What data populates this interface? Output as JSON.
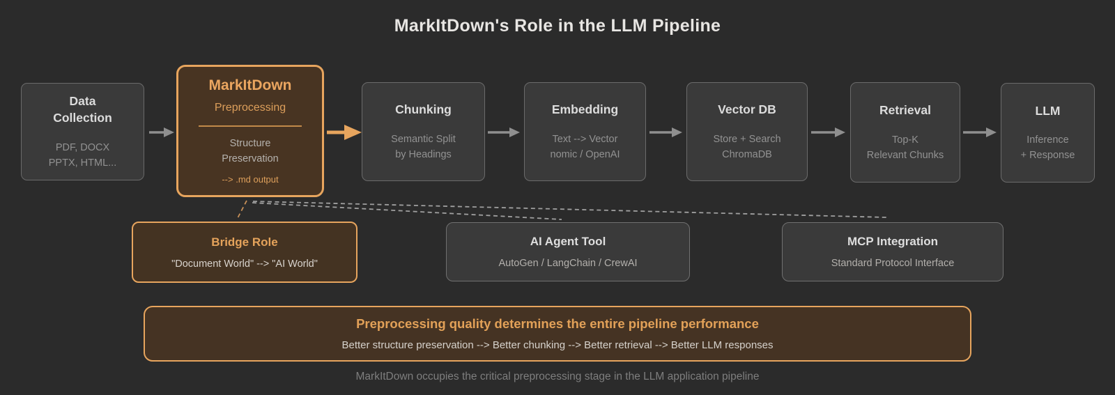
{
  "page": {
    "title": "MarkItDown's Role in the LLM Pipeline",
    "footer": "MarkItDown occupies the critical preprocessing stage in the LLM application pipeline"
  },
  "colors": {
    "background": "#2b2b2b",
    "box_fill": "#3a3a3a",
    "box_border": "#6b6b6b",
    "accent_orange": "#e7a55e",
    "highlight_fill": "#483422",
    "title_text": "#dcdcdc",
    "subtitle_text": "#929292",
    "flow_arrow": "#8f8f8f",
    "highlight_arrow": "#e7a55e",
    "dashed_connector": "#a0a0a0",
    "dashed_connector_orange": "#c89058"
  },
  "pipeline": {
    "stages": [
      {
        "title": "Data Collection",
        "lines": [
          "PDF, DOCX",
          "PPTX, HTML..."
        ]
      },
      {
        "title": "MarkItDown",
        "subtitle": "Preprocessing",
        "lines": [
          "Structure",
          "Preservation"
        ],
        "note": "--> .md output",
        "highlighted": true
      },
      {
        "title": "Chunking",
        "lines": [
          "Semantic Split",
          "by Headings"
        ]
      },
      {
        "title": "Embedding",
        "lines": [
          "Text --> Vector",
          "nomic / OpenAI"
        ]
      },
      {
        "title": "Vector DB",
        "lines": [
          "Store + Search",
          "ChromaDB"
        ]
      },
      {
        "title": "Retrieval",
        "lines": [
          "Top-K",
          "Relevant Chunks"
        ]
      },
      {
        "title": "LLM",
        "lines": [
          "Inference",
          "+ Response"
        ]
      }
    ]
  },
  "roles": [
    {
      "title": "Bridge Role",
      "subtitle": "\"Document World\" --> \"AI World\"",
      "highlighted": true
    },
    {
      "title": "AI Agent Tool",
      "subtitle": "AutoGen / LangChain / CrewAI"
    },
    {
      "title": "MCP Integration",
      "subtitle": "Standard Protocol Interface"
    }
  ],
  "banner": {
    "title": "Preprocessing quality determines the entire pipeline performance",
    "subtitle": "Better structure preservation --> Better chunking --> Better retrieval --> Better LLM responses"
  }
}
